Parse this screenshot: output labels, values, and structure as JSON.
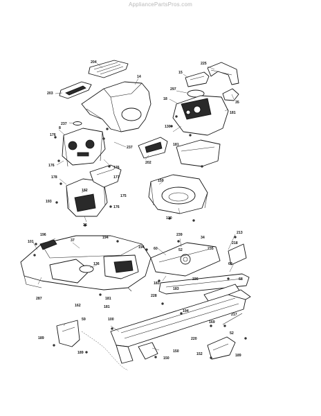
{
  "watermark": "AppliancePartsPros.com",
  "callouts": [
    "204",
    "14",
    "225",
    "203",
    "15",
    "297",
    "18",
    "35",
    "237",
    "181",
    "176",
    "8",
    "130",
    "237",
    "181",
    "176",
    "202",
    "176",
    "178",
    "177",
    "182",
    "159",
    "193",
    "175",
    "176",
    "130",
    "36",
    "213",
    "196",
    "37",
    "194",
    "239",
    "34",
    "218",
    "101",
    "136",
    "194",
    "60",
    "235",
    "68",
    "52",
    "183",
    "236",
    "68",
    "287",
    "181",
    "183",
    "228",
    "162",
    "181",
    "100",
    "194",
    "217",
    "59",
    "169",
    "52",
    "189",
    "220",
    "150",
    "150",
    "189",
    "152",
    "189"
  ]
}
